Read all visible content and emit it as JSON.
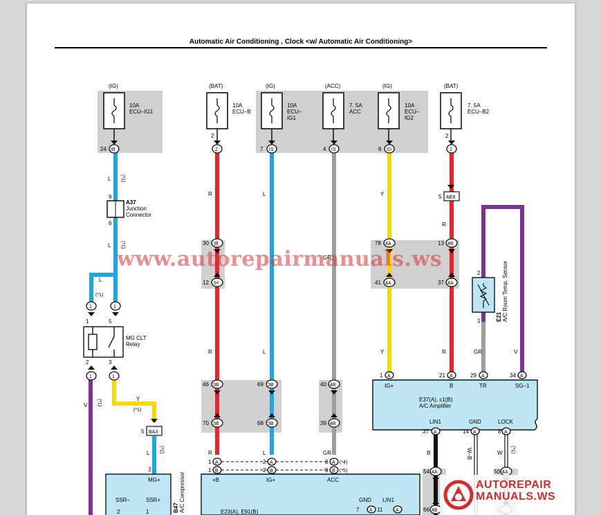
{
  "document": {
    "title": "Automatic Air Conditioning , Clock <w/ Automatic Air Conditioning>",
    "watermark": "www.autorepairmanuals.ws",
    "logo_line1": "AUTOREPAIR",
    "logo_line2": "MANUALS.WS"
  },
  "fuses": [
    {
      "source": "(IG)",
      "rating": "10A",
      "name1": "ECU–IG1",
      "name2": "",
      "pin_top": "",
      "pin": "24",
      "conn": "IB"
    },
    {
      "source": "(BAT)",
      "rating": "10A",
      "name1": "ECU–B",
      "name2": "",
      "pin_top": "2",
      "pin": "",
      "conn": "2"
    },
    {
      "source": "(IG)",
      "rating": "10A",
      "name1": "ECU–",
      "name2": "IG1",
      "pin_top": "",
      "pin": "7",
      "conn": "IS"
    },
    {
      "source": "(ACC)",
      "rating": "7. 5A",
      "name1": "ACC",
      "name2": "",
      "pin_top": "",
      "pin": "4",
      "conn": "IS"
    },
    {
      "source": "(IG)",
      "rating": "10A",
      "name1": "ECU–",
      "name2": "IG2",
      "pin_top": "",
      "pin": "6",
      "conn": "ID"
    },
    {
      "source": "(BAT)",
      "rating": "7. 5A",
      "name1": "ECU–B2",
      "name2": "",
      "pin_top": "2",
      "pin": "",
      "conn": "2"
    }
  ],
  "components": {
    "a37_id": "A37",
    "a37_name1": "Junction",
    "a37_name2": "Connector",
    "a37_pin_top": "9",
    "a37_pin_bottom": "6",
    "relay_name1": "MG CLT",
    "relay_name2": "Relay",
    "e21_id": "E21",
    "e21_name": "A/C Room Temp. Sensor",
    "e21_pin_top": "2",
    "e21_pin_bottom": "1",
    "ae8": "AE8",
    "ae8_pin": "5",
    "ba3": "BA3",
    "ba3_pin": "5",
    "b47_id": "B47",
    "b47_name": "A/C Compressor",
    "b47_pin_top": "3",
    "b47_pin_mg": "MG+",
    "b47_pin_ssrm": "SSR–",
    "b47_pin_ssrp": "SSR+",
    "b47_pin_b1": "2",
    "b47_pin_b2": "1",
    "amp_id": "E37(A), c1(B)",
    "amp_name": "A/C Amplifier",
    "amp_pins_top": [
      "IG+",
      "B",
      "TR",
      "SG–1"
    ],
    "amp_pin_nums_top": [
      "1",
      "21",
      "29",
      "34"
    ],
    "amp_pins_bottom": [
      "LIN1",
      "GND",
      "LOCK"
    ],
    "amp_pin_nums_bottom": [
      "37",
      "14",
      "8"
    ],
    "ecu_id": "E23(A), E91(B)",
    "ecu_pins_top": [
      "+B",
      "IG+",
      "ACC"
    ],
    "ecu_pins_bottom": [
      "GND",
      "LIN1"
    ],
    "ecu_pin_nums_bottom": [
      "7",
      "11"
    ]
  },
  "wire_labels": {
    "L": "L",
    "R": "R",
    "GR": "GR",
    "Y": "Y",
    "V": "V",
    "B": "B",
    "W": "W",
    "WB": "W–B",
    "n1": "(*1)",
    "n4": "(*4)",
    "n5": "(*5)"
  },
  "connectors": {
    "ib30": "30",
    "ib12": "12",
    "ib_a": "IB",
    "ih": "IH",
    "p46": "46",
    "p70": "70",
    "p69": "69",
    "p68": "68",
    "p40": "40",
    "p39": "39",
    "c3b": "3B",
    "c4b": "4B",
    "c4a": "4A",
    "p78": "78",
    "p41": "41",
    "p13": "13",
    "p37": "37",
    "p54": "54",
    "p66": "66",
    "p50": "50",
    "p2": "2",
    "relay_p1": "1",
    "relay_p2": "2",
    "relay_p3": "3",
    "relay_p5": "5",
    "j1": "1",
    "j2": "2",
    "j8": "8",
    "j9": "9",
    "j11": "11",
    "cA": "A",
    "cB": "B"
  },
  "colors": {
    "red": "#e8242c",
    "blue": "#1ea7dd",
    "gray": "#9e9e9e",
    "yellow": "#f5d90a",
    "purple": "#7b3494",
    "black": "#111111",
    "shade": "#d0d0d0",
    "amp_fill": "#bfe6f5"
  }
}
